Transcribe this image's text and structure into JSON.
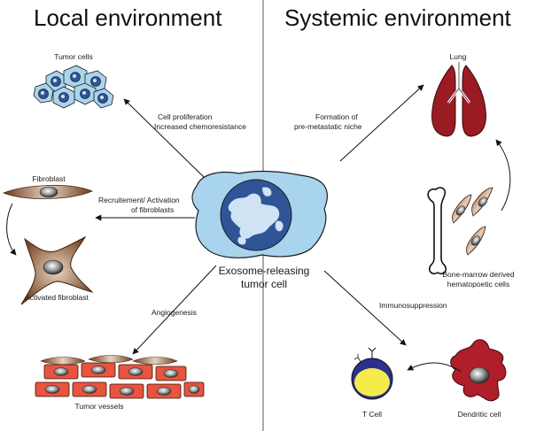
{
  "headings": {
    "local": "Local environment",
    "systemic": "Systemic environment"
  },
  "center": {
    "line1": "Exosome-releasing",
    "line2": "tumor cell"
  },
  "labels": {
    "tumor_cells": "Tumor cells",
    "proliferation_line1": "Cell proliferation",
    "proliferation_line2": "Increased chemoresistance",
    "fibroblast": "Fibroblast",
    "recruitment_line1": "Recruitement/ Activation",
    "recruitment_line2": "of fibroblasts",
    "activated_fibroblast": "Activated fibroblast",
    "angiogenesis": "Angiogenesis",
    "tumor_vessels": "Tumor vessels",
    "lung": "Lung",
    "niche_line1": "Formation of",
    "niche_line2": "pre-metastatic niche",
    "bone_marrow_line1": "Bone-marrow derived",
    "bone_marrow_line2": "hematopoetic cells",
    "immunosuppression": "Immunosuppression",
    "t_cell": "T Cell",
    "dendritic_cell": "Dendritic cell"
  },
  "colors": {
    "tumor_cell_fill": "#a9d4ee",
    "nucleus_blue": "#2f5597",
    "fibroblast_brown": "#7a4a2a",
    "vessel_red": "#e8543f",
    "lung_red": "#9b1b22",
    "dendritic_red": "#b01e2a",
    "t_cell_blue": "#2b2f8f",
    "t_cell_yellow": "#f3ec4a"
  }
}
